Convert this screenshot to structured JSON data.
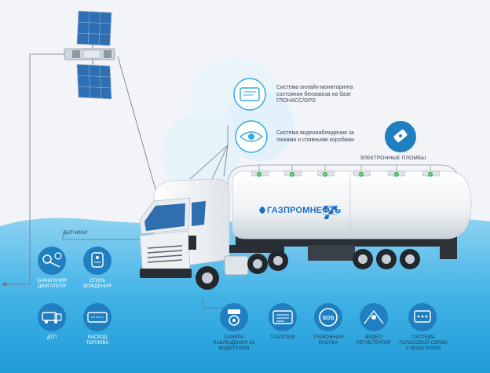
{
  "callouts": {
    "monitoring": "Система онлайн-мониторинга состояния бензовоза на базе ГЛОНАСС/GPS",
    "video": "Система видеонаблюдения за люками и сливными коробами",
    "seals": "ЭЛЕКТРОННЫЕ ПЛОМБЫ",
    "sensors": "ДАТЧИКИ"
  },
  "brand": {
    "name": "ГАЗПРОМНЕФТЬ"
  },
  "left_icons": [
    {
      "label": "ЗАЖИГАНИЯ ДВИГАТЕЛЯ"
    },
    {
      "label": "СТИЛЬ ВОЖДЕНИЯ"
    },
    {
      "label": "ДТП"
    },
    {
      "label": "РАСХОД ТОПЛИВА"
    }
  ],
  "bottom_icons": [
    {
      "label": "КАМЕРА НАБЛЮДЕНИЯ ЗА ВОДИТЕЛЕМ"
    },
    {
      "label": "ТАХОГРАФ"
    },
    {
      "label": "ТРЕВОЖНАЯ КНОПКА"
    },
    {
      "label": "ВИДЕО РЕГИСТРАТОР"
    },
    {
      "label": "СИСТЕМА ГОЛОСОВОЙ СВЯЗИ С ВОДИТЕЛЕМ"
    }
  ],
  "colors": {
    "sky": "#f2f4f7",
    "ground_top": "#8fd3f2",
    "ground_bottom": "#2aa6df",
    "icon_circle": "#1f7fc0",
    "accent": "#35a9e0",
    "check": "#2fb34a",
    "brand": "#1d6fc4"
  }
}
